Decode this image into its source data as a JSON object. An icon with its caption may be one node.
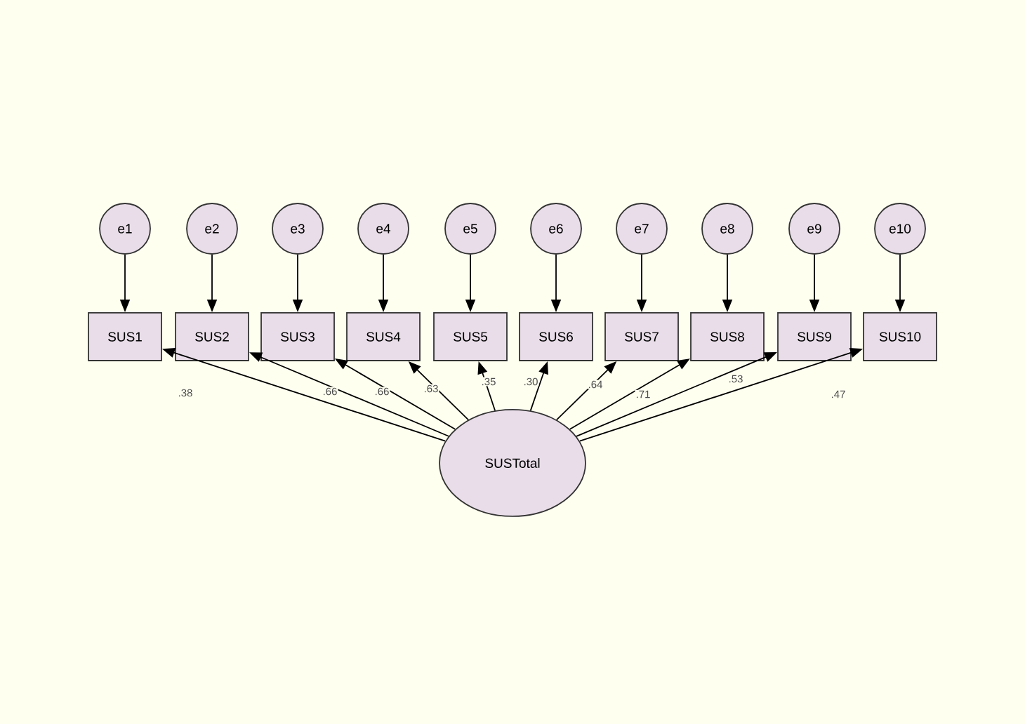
{
  "diagram": {
    "nodes": [
      {
        "text": [
          "e1"
        ]
      },
      {
        "text": [
          "e2"
        ]
      },
      {
        "text": [
          "e3"
        ]
      },
      {
        "text": [
          "e4"
        ]
      },
      {
        "text": [
          "e5"
        ]
      },
      {
        "text": [
          "e6"
        ]
      },
      {
        "text": [
          "e7"
        ]
      },
      {
        "text": [
          "e8"
        ]
      },
      {
        "text": [
          "e9"
        ]
      },
      {
        "text": [
          "e10"
        ]
      },
      {
        "text": [
          "SUS1"
        ]
      },
      {
        "text": [
          "SUS2"
        ]
      },
      {
        "text": [
          "SUS3"
        ]
      },
      {
        "text": [
          "SUS4"
        ]
      },
      {
        "text": [
          "SUS5"
        ]
      },
      {
        "text": [
          "SUS6"
        ]
      },
      {
        "text": [
          "SUS7"
        ]
      },
      {
        "text": [
          "SUS8"
        ]
      },
      {
        "text": [
          "SUS9"
        ]
      },
      {
        "text": [
          "SUS10"
        ]
      },
      {
        "text": [
          "SUSTotal"
        ]
      }
    ],
    "edges": [
      {
        "from": 0,
        "to": 10,
        "arrow": "to"
      },
      {
        "from": 1,
        "to": 11,
        "arrow": "to"
      },
      {
        "from": 2,
        "to": 12,
        "arrow": "to"
      },
      {
        "from": 3,
        "to": 13,
        "arrow": "to"
      },
      {
        "from": 4,
        "to": 14,
        "arrow": "to"
      },
      {
        "from": 5,
        "to": 15,
        "arrow": "to"
      },
      {
        "from": 6,
        "to": 16,
        "arrow": "to"
      },
      {
        "from": 7,
        "to": 17,
        "arrow": "to"
      },
      {
        "from": 8,
        "to": 18,
        "arrow": "to"
      },
      {
        "from": 9,
        "to": 19,
        "arrow": "to"
      },
      {
        "from": 20,
        "to": 10,
        "arrow": "to",
        "label": ".38"
      },
      {
        "from": 20,
        "to": 11,
        "arrow": "to",
        "label": ".66"
      },
      {
        "from": 20,
        "to": 12,
        "arrow": "to",
        "label": ".66"
      },
      {
        "from": 20,
        "to": 13,
        "arrow": "to",
        "label": ".63"
      },
      {
        "from": 20,
        "to": 14,
        "arrow": "to",
        "label": ".35"
      },
      {
        "from": 20,
        "to": 15,
        "arrow": "to",
        "label": ".30"
      },
      {
        "from": 20,
        "to": 16,
        "arrow": "to",
        "label": ".64"
      },
      {
        "from": 20,
        "to": 17,
        "arrow": "to",
        "label": ".71"
      },
      {
        "from": 20,
        "to": 18,
        "arrow": "to",
        "label": ".53"
      },
      {
        "from": 20,
        "to": 19,
        "arrow": "to",
        "label": ".47"
      }
    ]
  }
}
